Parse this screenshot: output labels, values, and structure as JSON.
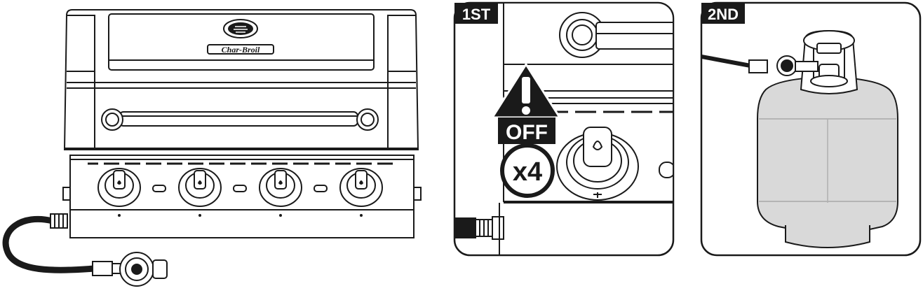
{
  "brand": {
    "logo_text": "Char-Broil"
  },
  "panels": [
    {
      "label": "1ST",
      "warning": {
        "text": "OFF",
        "count": "x4"
      }
    },
    {
      "label": "2ND"
    }
  ],
  "colors": {
    "line": "#1a1a1a",
    "tank_fill": "#d9d9d9",
    "tank_shade": "#c4c4c4",
    "warning": "#1a1a1a"
  }
}
